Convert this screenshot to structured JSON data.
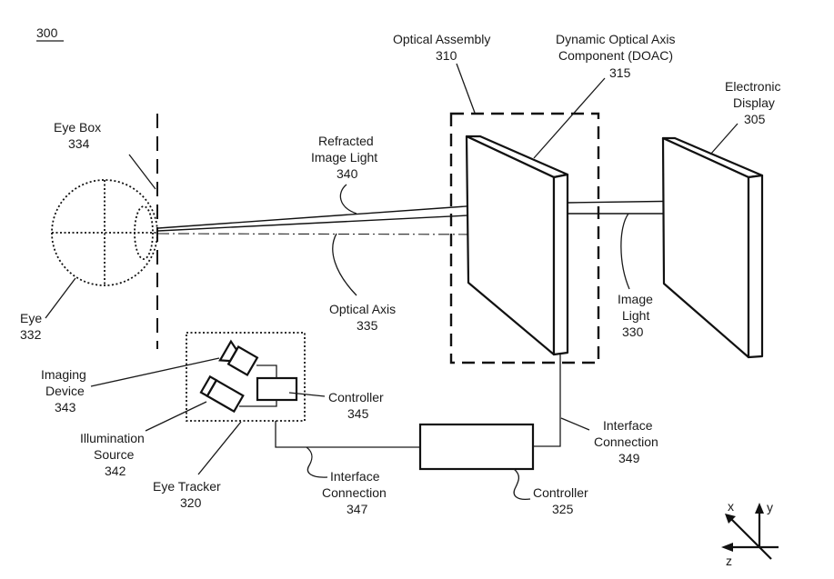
{
  "figure": {
    "number": "300",
    "labels": {
      "optical_assembly": {
        "name": "Optical Assembly",
        "ref": "310"
      },
      "doac": {
        "name_line1": "Dynamic Optical Axis",
        "name_line2": "Component (DOAC)",
        "ref": "315"
      },
      "electronic_display": {
        "name_line1": "Electronic",
        "name_line2": "Display",
        "ref": "305"
      },
      "eye_box": {
        "name": "Eye Box",
        "ref": "334"
      },
      "refracted_image_light": {
        "name_line1": "Refracted",
        "name_line2": "Image Light",
        "ref": "340"
      },
      "eye": {
        "name": "Eye",
        "ref": "332"
      },
      "optical_axis": {
        "name": "Optical Axis",
        "ref": "335"
      },
      "image_light": {
        "name_line1": "Image",
        "name_line2": "Light",
        "ref": "330"
      },
      "imaging_device": {
        "name_line1": "Imaging",
        "name_line2": "Device",
        "ref": "343"
      },
      "illumination_source": {
        "name_line1": "Illumination",
        "name_line2": "Source",
        "ref": "342"
      },
      "controller_345": {
        "name": "Controller",
        "ref": "345"
      },
      "eye_tracker": {
        "name": "Eye Tracker",
        "ref": "320"
      },
      "interface_connection_347": {
        "name_line1": "Interface",
        "name_line2": "Connection",
        "ref": "347"
      },
      "interface_connection_349": {
        "name_line1": "Interface",
        "name_line2": "Connection",
        "ref": "349"
      },
      "controller_325": {
        "name": "Controller",
        "ref": "325"
      }
    },
    "axes_legend": {
      "x": "x",
      "y": "y",
      "z": "z"
    }
  }
}
